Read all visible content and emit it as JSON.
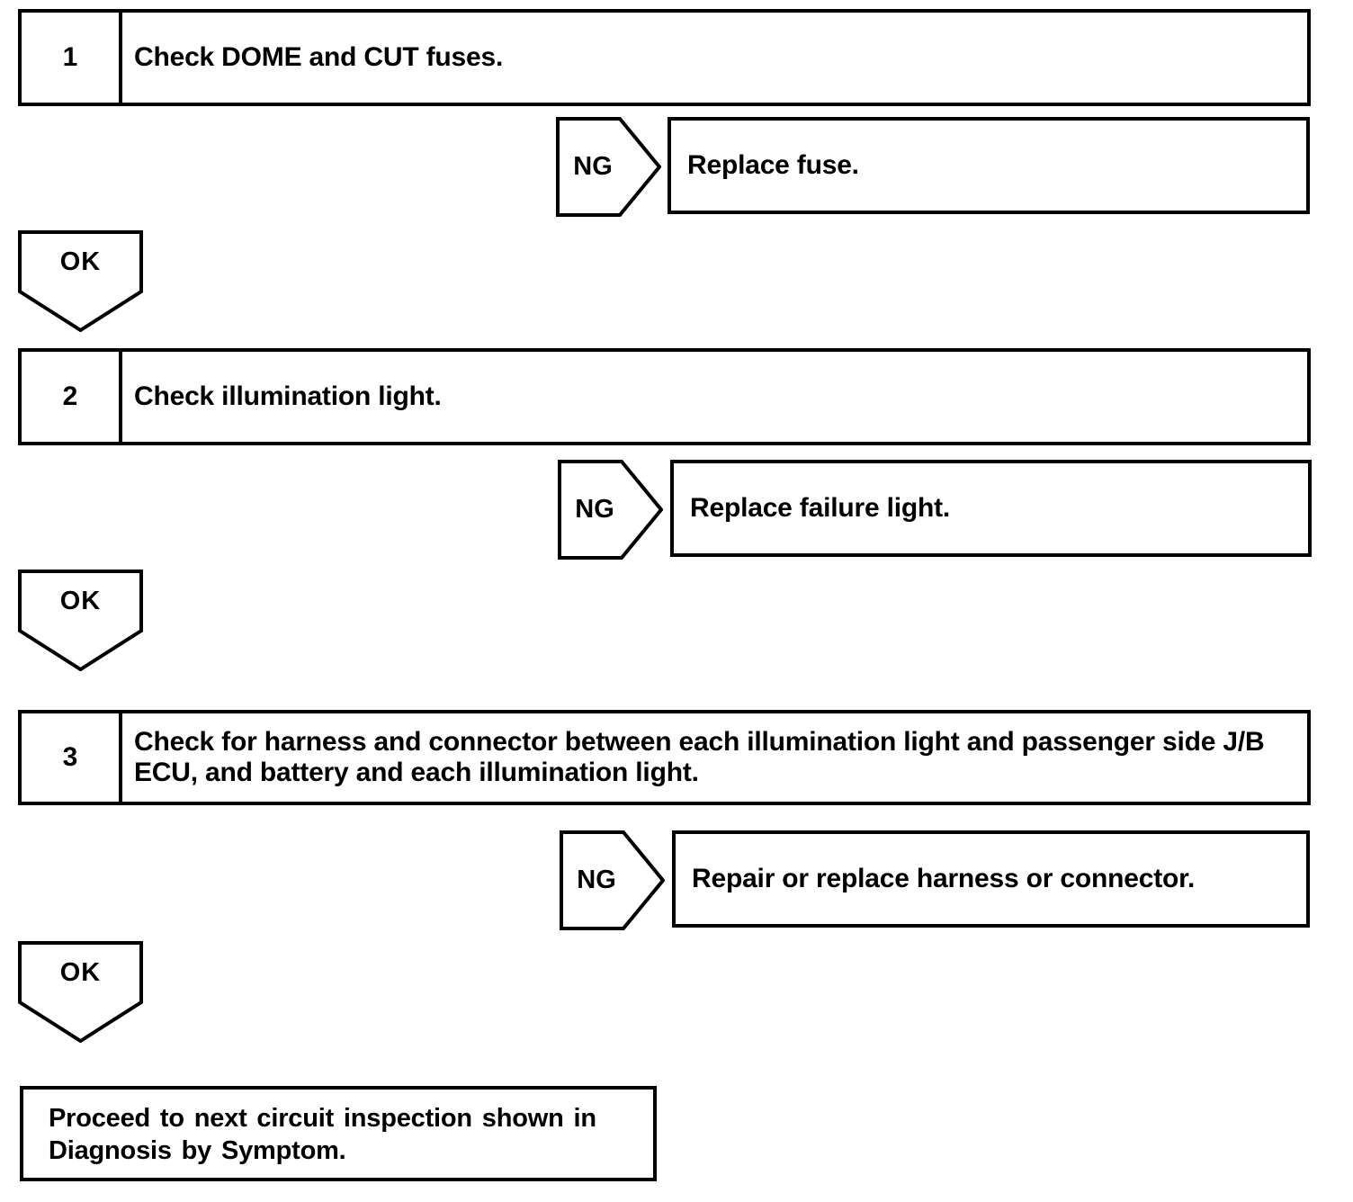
{
  "flowchart": {
    "steps": [
      {
        "number": "1",
        "instruction": "Check DOME and CUT fuses.",
        "ng_label": "NG",
        "ng_action": "Replace fuse.",
        "ok_label": "OK"
      },
      {
        "number": "2",
        "instruction": "Check illumination light.",
        "ng_label": "NG",
        "ng_action": "Replace failure light.",
        "ok_label": "OK"
      },
      {
        "number": "3",
        "instruction": "Check for harness and connector between each illumination light and passenger side J/B ECU, and battery and each illumination light.",
        "ng_label": "NG",
        "ng_action": "Repair or replace harness or connector.",
        "ok_label": "OK"
      }
    ],
    "final_instruction": "Proceed to next circuit inspection shown in Diagnosis by Symptom."
  },
  "colors": {
    "line": "#000000",
    "background": "#ffffff"
  }
}
